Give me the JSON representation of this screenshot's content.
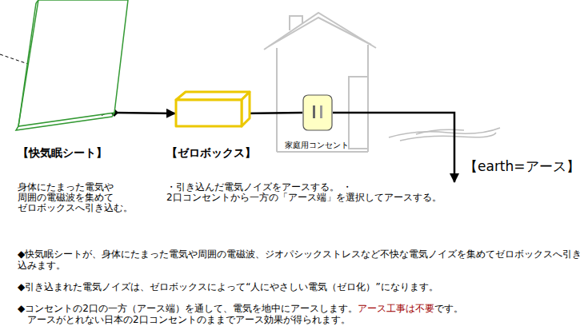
{
  "diagram": {
    "nodes": [
      {
        "text": [
          "【快気眠シート】",
          "身体にたまった電気や 周囲の電磁波を集めて ゼロボックスへ引き込む。"
        ]
      },
      {
        "text": [
          "【ゼロボックス】",
          "・引き込んだ電気ノイズをアースする。 ・2口コンセントから一方の「アース端」を選択してアースする。"
        ]
      },
      {
        "text": [
          "家庭用コンセント"
        ]
      },
      {
        "text": [
          "【earth=アース】"
        ]
      }
    ],
    "edges": [
      {
        "from": 0,
        "to": 1,
        "arrow": "to"
      },
      {
        "from": 1,
        "to": 2,
        "arrow": "none"
      },
      {
        "from": 2,
        "to": 3,
        "arrow": "to"
      }
    ],
    "labels": [
      "◆快気眠シートが、身体にたまった電気や周囲の電磁波、ジオパシックストレスなど不快な電気ノイズを集めてゼロボックスへ引き込みます。",
      "◆引き込まれた電気ノイズは、ゼロボックスによって“人にやさしい電気（ゼロ化）”になります。",
      "◆コンセントの2口の一方（アース端）を通して、電気を地中にアースします。",
      "アース工事は不要",
      "です。",
      "アースがとれない日本の2口コンセントのままでアース効果が得られます。"
    ]
  }
}
